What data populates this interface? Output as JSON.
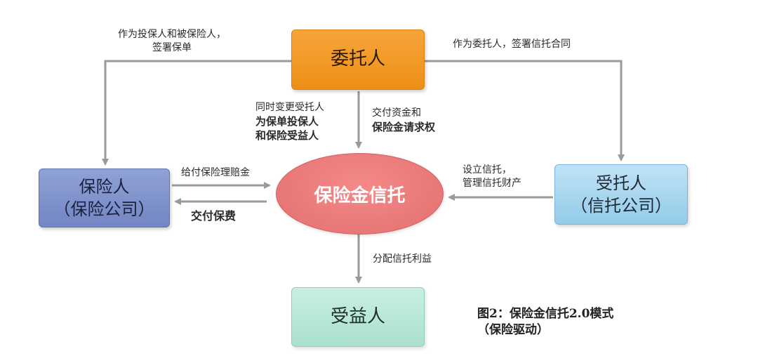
{
  "nodes": {
    "entrustor": "委托人",
    "insurer_line1": "保险人",
    "insurer_line2": "（保险公司）",
    "trustee_line1": "受托人",
    "trustee_line2": "（信托公司）",
    "trust": "保险金信托",
    "beneficiary": "受益人"
  },
  "edges": {
    "entrustor_to_insurer": [
      "作为投保人和被保险人，",
      "签署保单"
    ],
    "entrustor_to_trustee": [
      "作为委托人，签署信托合同"
    ],
    "change_policyholder": [
      "同时变更受托人",
      "为保单投保人",
      "和保险受益人"
    ],
    "deliver_funds": [
      "交付资金和",
      "保险金请求权"
    ],
    "insurer_pays_claim": [
      "给付保险理赔金"
    ],
    "pay_premium": [
      "交付保费"
    ],
    "establish_trust": [
      "设立信托，",
      "管理信托财产"
    ],
    "distribute_benefit": [
      "分配信托利益"
    ]
  },
  "caption": [
    "图2：保险金信托2.0模式",
    "（保险驱动）"
  ],
  "colors": {
    "entrustor": "#f09a26",
    "insurer": "#7d8fcc",
    "trustee": "#a8d6ef",
    "beneficiary": "#b6e7d4",
    "trust": "#ec7b7b",
    "arrow": "#9a9a9a"
  }
}
